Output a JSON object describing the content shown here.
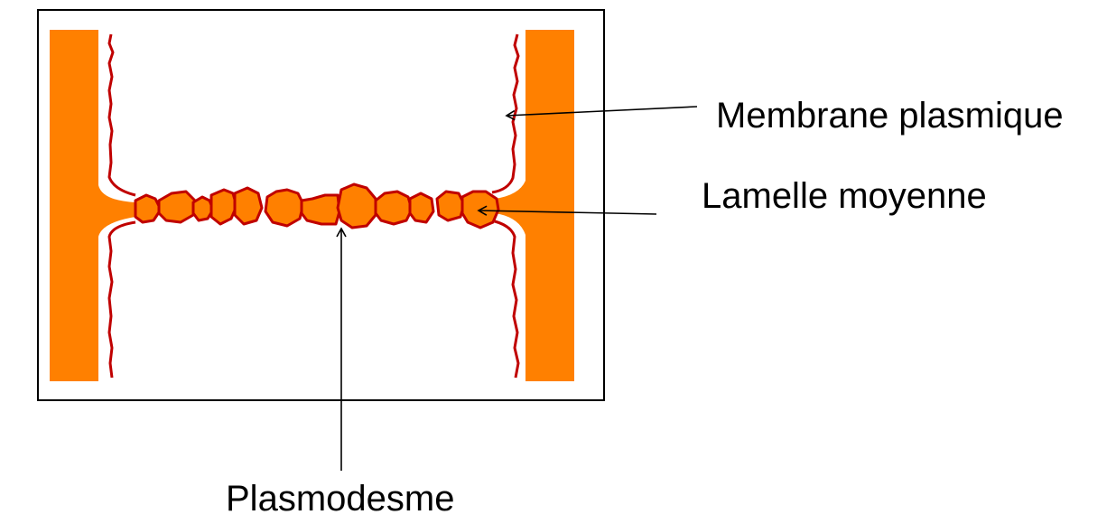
{
  "labels": {
    "membrane": "Membrane plasmique",
    "lamelle": "Lamelle moyenne",
    "plasmodesme": "Plasmodesme"
  },
  "colors": {
    "wall": "#FF8000",
    "membrane": "#C00000",
    "frame": "#000000",
    "background": "#FFFFFF"
  }
}
